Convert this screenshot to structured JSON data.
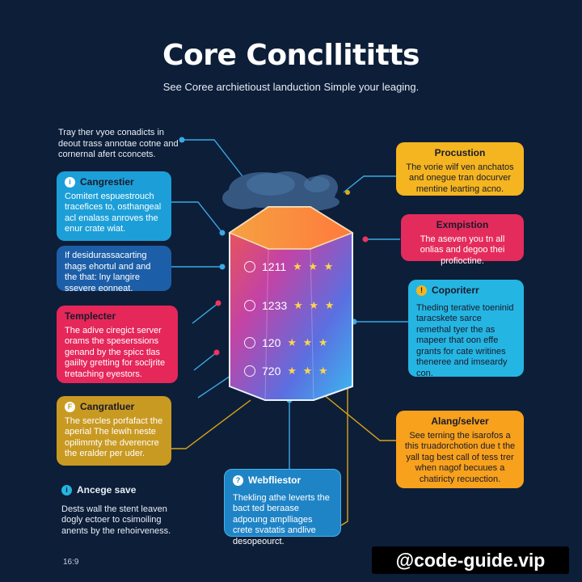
{
  "title": "Core Concllititts",
  "subtitle": "See Coree archietioust landuction Simple your leaging.",
  "cylinder_rows": [
    {
      "value": "1211",
      "stars": "★ ★ ★"
    },
    {
      "value": "1233",
      "stars": "★ ★ ★"
    },
    {
      "value": "120",
      "stars": "★ ★ ★"
    },
    {
      "value": "720",
      "stars": "★ ★ ★"
    }
  ],
  "left_intro": "Tray ther vyoe conadicts in deout trass annotae cotne and cornernal afert cconcets.",
  "cards": {
    "cangrestier": {
      "icon": "i",
      "title": "Cangrestier",
      "body": "Comitert espuestrouch tracefices to, osthangeal acl enalass anroves the enur crate wiat."
    },
    "blue_note": {
      "body": "If desidurassacarting thags ehortul and and the that: lny langire ssevere eonneat."
    },
    "templecter": {
      "title": "Templecter",
      "body": "The adive ciregict server orams the speserssions genand by the spicc tlas gaiilty gretting for socljrite tretaching eyestors."
    },
    "cangratluer": {
      "icon": "F",
      "title": "Cangratluer",
      "body": "The sercles porfafact the aperial The lewih neste opilimmty the dverencre the eralder per uder."
    },
    "procustion": {
      "title": "Procustion",
      "body": "The vorie wilf ven anchatos and onegue tran docurver mentine learting acno."
    },
    "exmpistion": {
      "title": "Exmpistion",
      "body": "The aseven you tn all onlias and degoo thei profioctine."
    },
    "coporiterr": {
      "icon": "!",
      "title": "Coporiterr",
      "body": "Theding terative toeninid taracskete sarce remethal tyer the as mapeer that oon effe grants for cate writines theneree and imseardy con."
    },
    "alangselver": {
      "title": "Alang/selver",
      "body": "See terning the isarofos a this truadorchotion due t the yall tag best call of tess trer when nagof becuues a chatiricty recuection."
    },
    "webflestor": {
      "icon": "?",
      "title": "Webfliestor",
      "body": "Thekling athe leverts the bact ted beraase adpoung amplliages crete svatatis andlive desopeourct."
    }
  },
  "bottom_left": {
    "icon": "i",
    "title": "Ancege save",
    "body": "Dests wall the stent leaven dogly ectoer to csimoiling anents by the rehoirveness."
  },
  "corner_label": "16:9",
  "watermark": "@code-guide.vip",
  "colors": {
    "background": "#0d1e38",
    "blue_card": "#1c9fd8",
    "dark_blue_card": "#1c5fa8",
    "red_card": "#e5275a",
    "olive_card": "#c99a22",
    "yellow_card": "#f4b520",
    "magenta_card": "#e42c5c",
    "cyan_card": "#25b5e2",
    "orange_card": "#f7a11c",
    "webflestor_card": "#1f84c6"
  }
}
